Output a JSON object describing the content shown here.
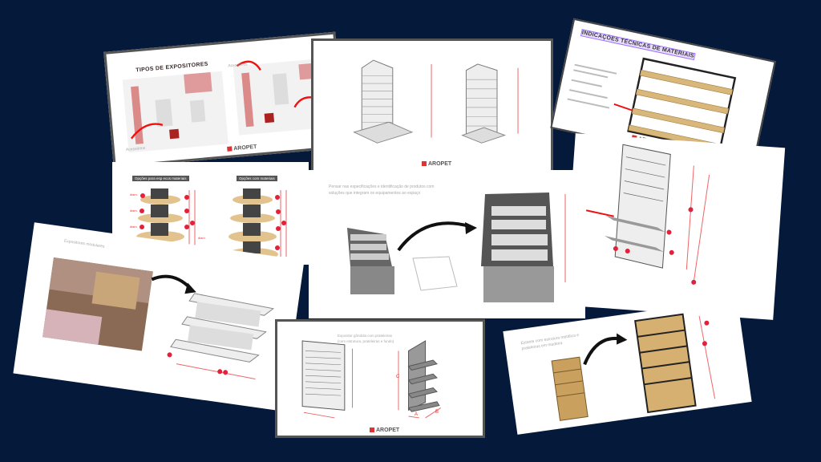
{
  "brand": {
    "logo_text": "AROPET",
    "accent": "#e3213a",
    "background": "#05193a"
  },
  "pages": {
    "tipos": {
      "title": "TIPOS DE EXPOSITORES",
      "label_left": "Acessórios",
      "label_right": "Acessórios"
    },
    "torre": {},
    "indicacoes": {
      "title": "INDICAÇÕES TÉCNICAS DE MATERIAIS"
    },
    "circular": {
      "tag_left": "Opções para esp ecos materiais",
      "tag_right": "Opções com materiais",
      "dim_labels": [
        "diam.",
        "diam.",
        "diam.",
        "diam."
      ]
    },
    "vitrine": {
      "caption_1": "Pensar nas especificações e identificação de produtos com",
      "caption_2": "soluções que integram os equipamentos ao espaço"
    },
    "mesa": {
      "caption": "Expositores modulares"
    },
    "gondola": {
      "caption_1": "Expositor gôndola com prateleiras",
      "caption_2": "(com estrutura, prateleiras e fundo)",
      "dim_a": "A",
      "dim_b": "B",
      "dim_c": "C"
    },
    "estante": {
      "caption": "Estante com estrutura metálica e prateleiras em madeira"
    }
  }
}
